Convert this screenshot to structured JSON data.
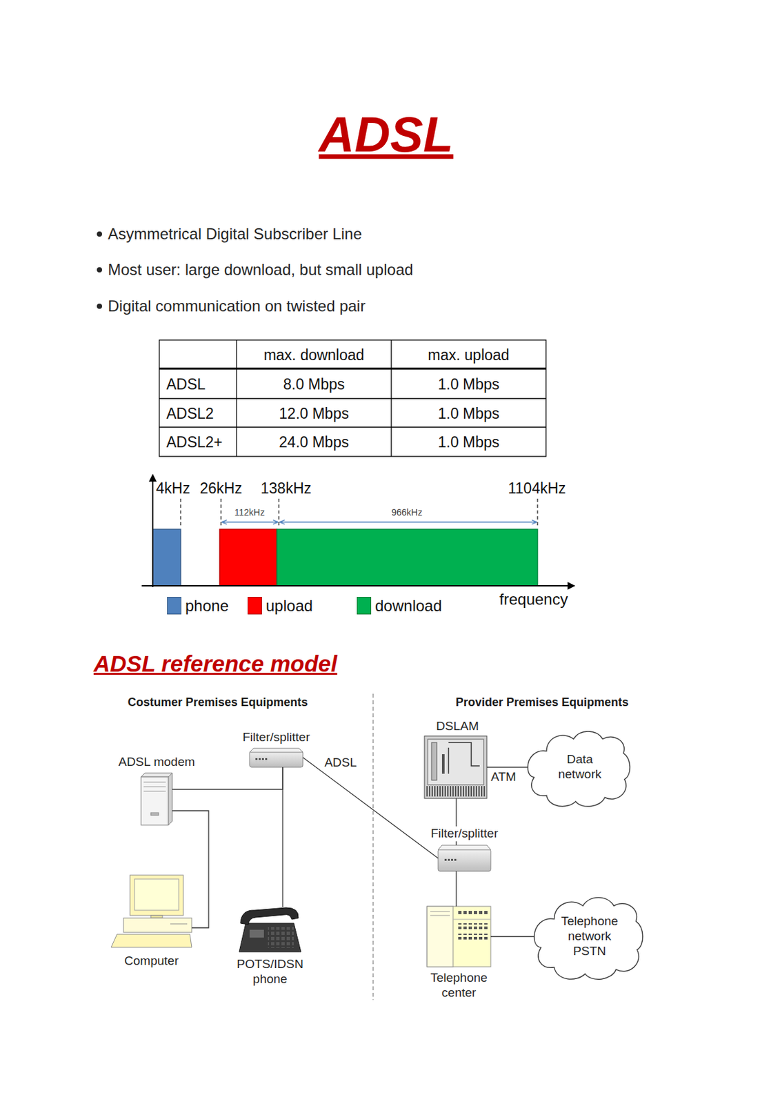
{
  "diagram": {
    "title": "ADSL",
    "nodes": [
      {
        "text": [
          "Filter/splitter"
        ]
      },
      {
        "text": [
          "ADSL modem"
        ]
      },
      {
        "text": [
          "Computer"
        ]
      },
      {
        "text": [
          "POTS/IDSN phone"
        ]
      },
      {
        "text": [
          "DSLAM"
        ]
      },
      {
        "text": [
          "Data network"
        ]
      },
      {
        "text": [
          "Filter/splitter"
        ]
      },
      {
        "text": [
          "Telephone center"
        ]
      },
      {
        "text": [
          "Telephone network PSTN"
        ]
      }
    ],
    "edges": [
      {
        "from": 1,
        "to": 0,
        "arrow": "none"
      },
      {
        "from": 0,
        "to": 3,
        "arrow": "none"
      },
      {
        "from": 1,
        "to": 2,
        "arrow": "none"
      },
      {
        "from": 0,
        "to": 6,
        "label": "ADSL",
        "arrow": "none"
      },
      {
        "from": 4,
        "to": 5,
        "label": "ATM",
        "arrow": "none"
      },
      {
        "from": 4,
        "to": 6,
        "arrow": "none"
      },
      {
        "from": 6,
        "to": 7,
        "arrow": "none"
      },
      {
        "from": 7,
        "to": 8,
        "arrow": "none"
      }
    ],
    "labels": [
      "Asymmetrical Digital Subscriber Line",
      "Most user: large download, but small upload",
      "Digital communication on twisted pair",
      "max. download",
      "max. upload",
      "ADSL",
      "8.0 Mbps",
      "1.0 Mbps",
      "ADSL2",
      "12.0 Mbps",
      "1.0 Mbps",
      "ADSL2+",
      "24.0 Mbps",
      "1.0 Mbps",
      "4kHz",
      "26kHz",
      "138kHz",
      "1104kHz",
      "112kHz",
      "966kHz",
      "frequency",
      "ADSL reference model",
      "Costumer Premises Equipments",
      "Provider Premises Equipments"
    ],
    "legend": [
      {
        "text": "phone",
        "color": "#4f81bd"
      },
      {
        "text": "upload",
        "color": "#ff0000"
      },
      {
        "text": "download",
        "color": "#00b050"
      }
    ]
  }
}
